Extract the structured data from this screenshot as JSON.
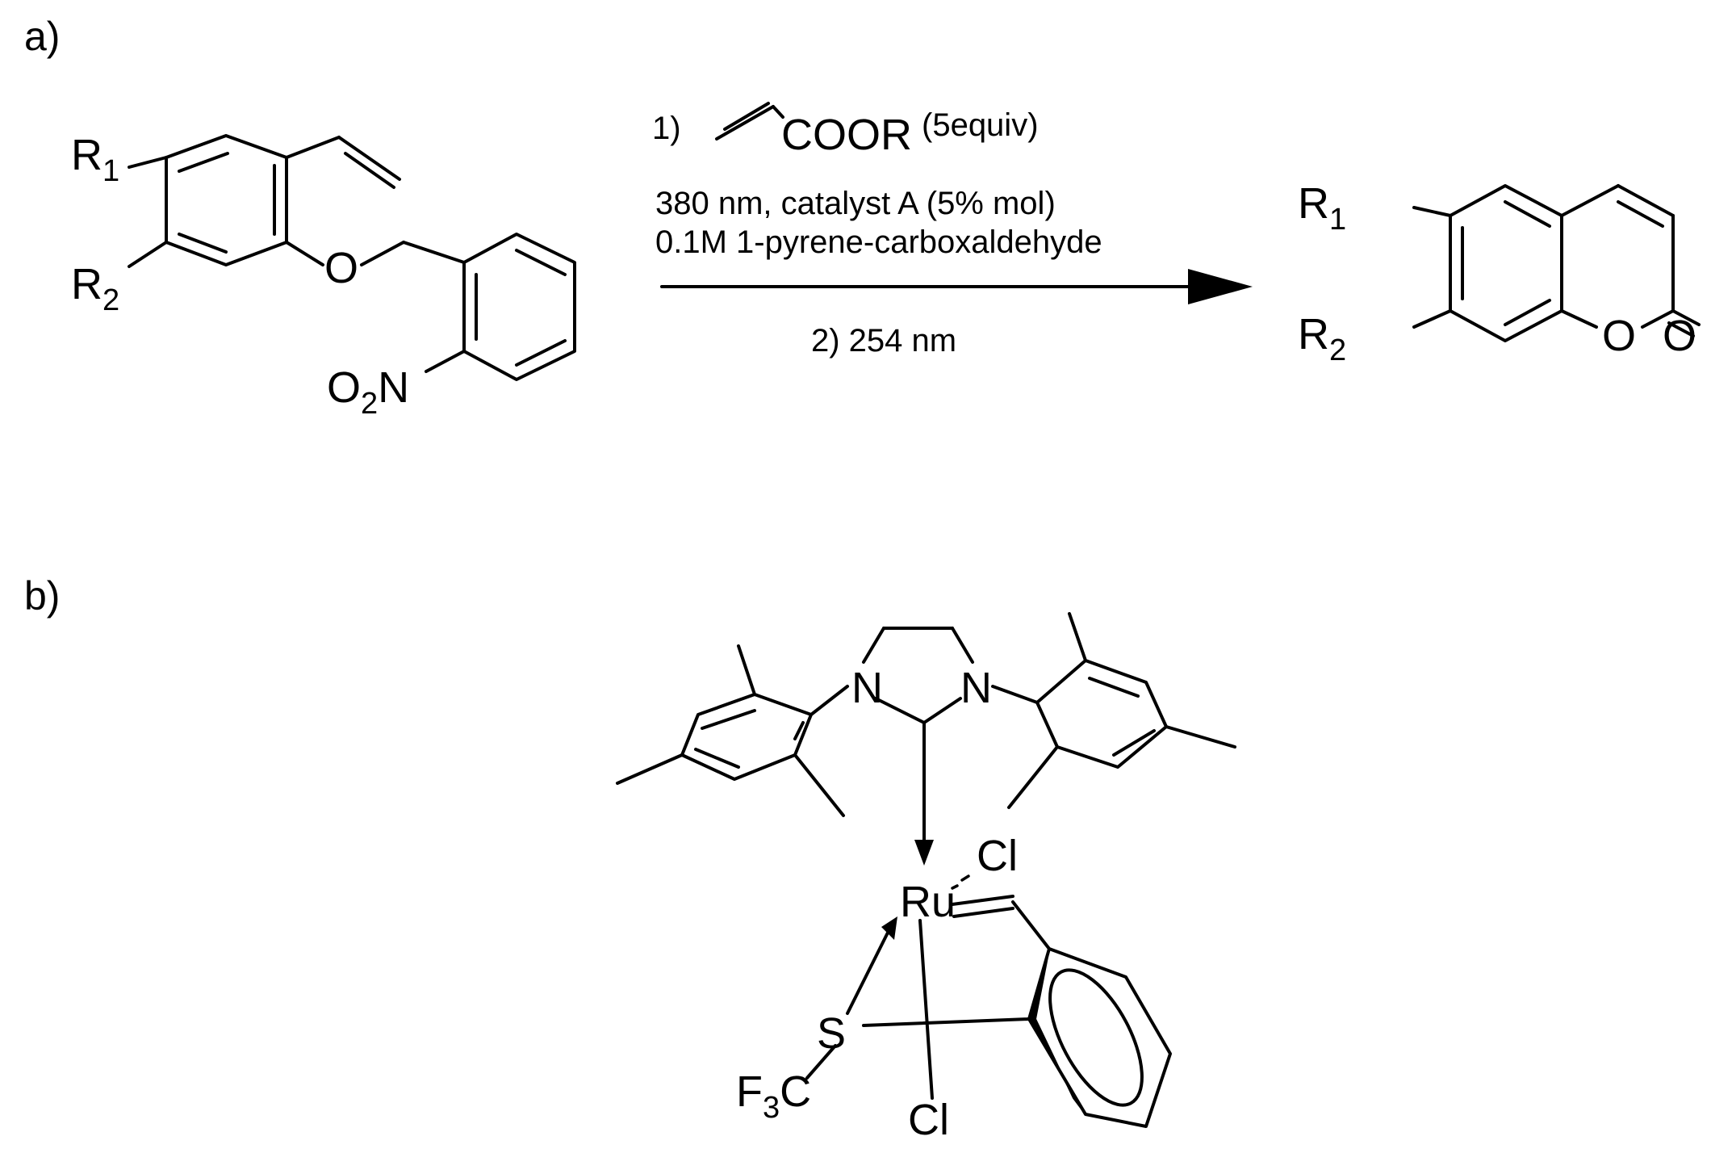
{
  "panels": {
    "a": "a)",
    "b": "b)"
  },
  "reactant": {
    "R1": "R",
    "R1_sub": "1",
    "R2": "R",
    "R2_sub": "2",
    "O": "O",
    "nitro_O": "O",
    "nitro_sub": "2",
    "nitro_N": "N"
  },
  "conditions": {
    "step1_num": "1)",
    "acrylate": "COOR",
    "equiv": "(5equiv)",
    "line1": "380 nm, catalyst A (5% mol)",
    "line2": "0.1M 1-pyrene-carboxaldehyde",
    "step2": "2) 254 nm"
  },
  "product": {
    "R1": "R",
    "R1_sub": "1",
    "R2": "R",
    "R2_sub": "2",
    "ring_O": "O",
    "carbonyl_O": "O"
  },
  "catalyst": {
    "N_left": "N",
    "N_right": "N",
    "Ru": "Ru",
    "Cl_top": "Cl",
    "Cl_bottom": "Cl",
    "S": "S",
    "F": "F",
    "F_sub": "3",
    "C": "C"
  }
}
